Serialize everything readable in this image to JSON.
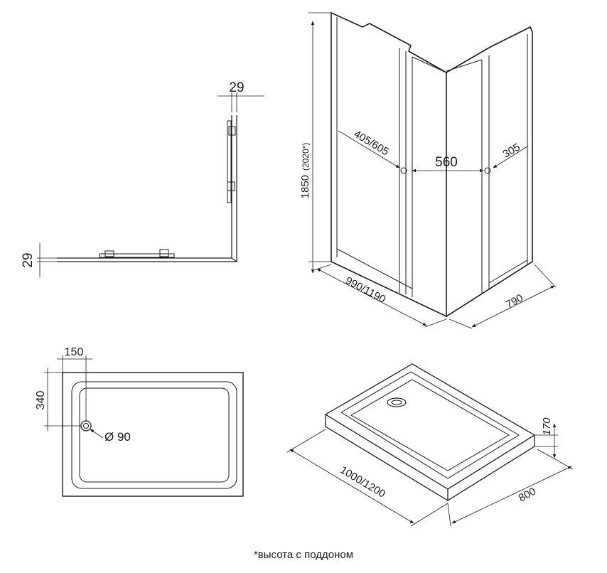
{
  "plan_view": {
    "top_offset": "29",
    "side_offset": "29"
  },
  "enclosure": {
    "height": "1850",
    "height_with_tray": "(2020*)",
    "door_left": "405/605",
    "door_center": "560",
    "door_right": "305",
    "width": "990/1190",
    "depth": "790"
  },
  "tray_plan": {
    "drain_offset_x": "150",
    "drain_offset_y": "340",
    "drain_diameter": "Ø 90"
  },
  "tray_iso": {
    "height": "170",
    "length": "1000/1200",
    "width": "800"
  },
  "footnote": "*высота с поддоном"
}
